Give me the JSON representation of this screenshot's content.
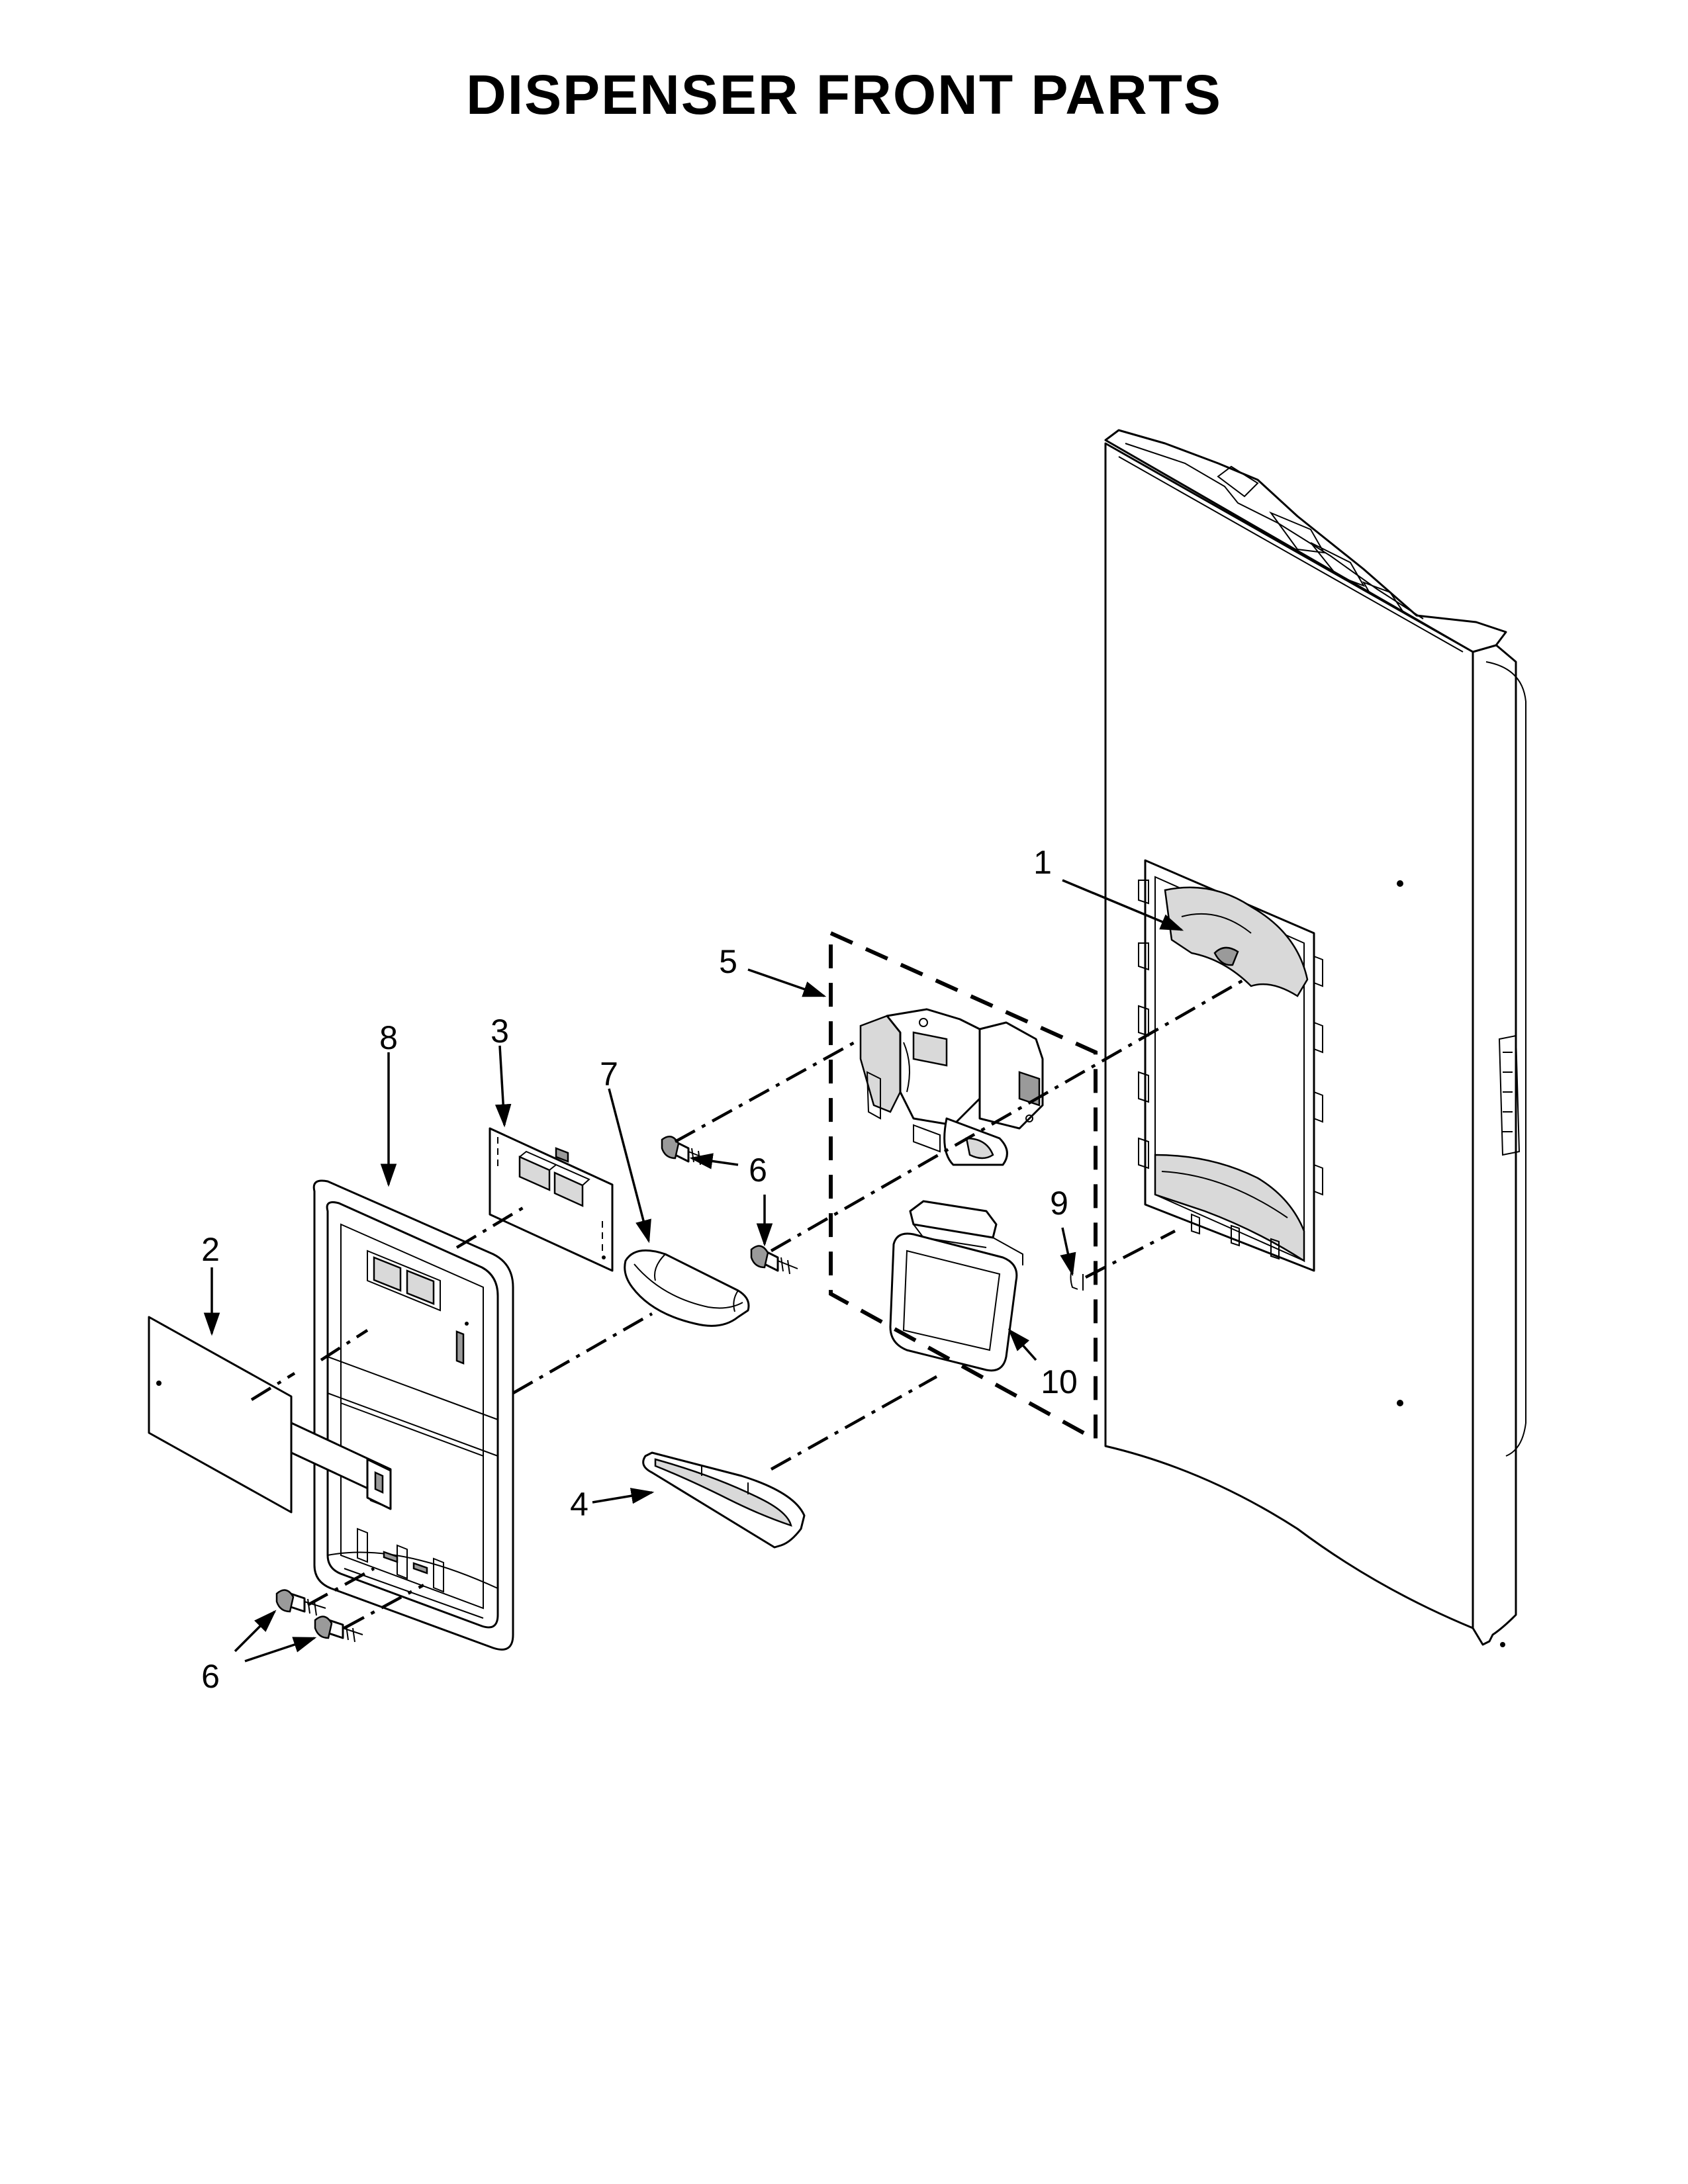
{
  "title": "DISPENSER FRONT PARTS",
  "callouts": {
    "c1": "1",
    "c2": "2",
    "c3": "3",
    "c4": "4",
    "c5": "5",
    "c6a": "6",
    "c6b": "6",
    "c6c": "6",
    "c7": "7",
    "c8": "8",
    "c9": "9",
    "c10": "10"
  }
}
